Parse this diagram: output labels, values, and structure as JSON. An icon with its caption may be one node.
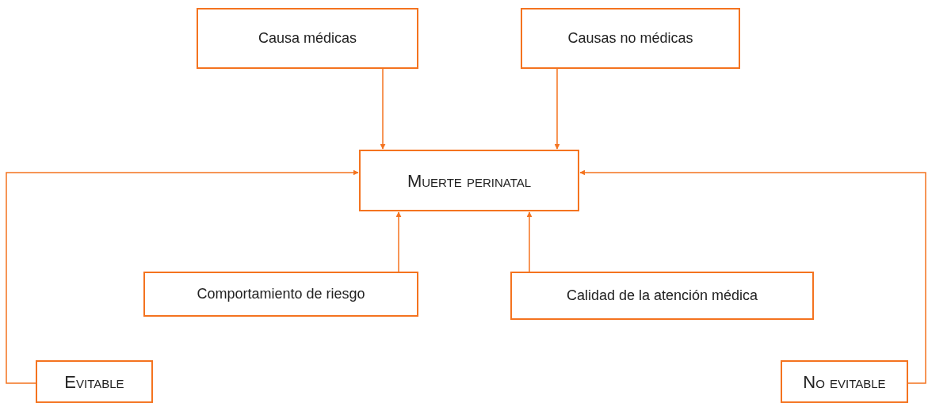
{
  "diagram": {
    "nodes": [
      {
        "text": [
          "Causa médicas"
        ]
      },
      {
        "text": [
          "Causas no médicas"
        ]
      },
      {
        "text": [
          "Muerte perinatal"
        ]
      },
      {
        "text": [
          "Comportamiento de riesgo"
        ]
      },
      {
        "text": [
          "Calidad de la atención médica"
        ]
      },
      {
        "text": [
          "Evitable"
        ]
      },
      {
        "text": [
          "No evitable"
        ]
      }
    ],
    "edges": [
      {
        "from": 0,
        "to": 2,
        "arrow": "to"
      },
      {
        "from": 1,
        "to": 2,
        "arrow": "to"
      },
      {
        "from": 3,
        "to": 2,
        "arrow": "to"
      },
      {
        "from": 4,
        "to": 2,
        "arrow": "to"
      },
      {
        "from": 5,
        "to": 2,
        "arrow": "to"
      },
      {
        "from": 6,
        "to": 2,
        "arrow": "to"
      }
    ]
  }
}
